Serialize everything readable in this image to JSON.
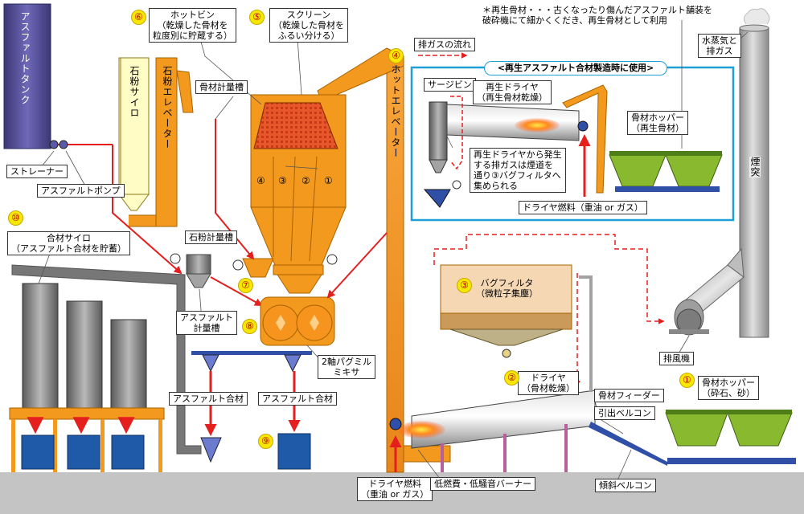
{
  "note": "＊再生骨材・・・古くなったり傷んだアスファルト舗装を\n破砕機にて細かくくだき、再生骨材として利用",
  "legend": {
    "exhaust_flow": "排ガスの流れ"
  },
  "recycled_section_title": "<再生アスファルト合材製造時に使用>",
  "components": {
    "asphalt_tank": "アスファルトタンク",
    "strainer": "ストレーナー",
    "asphalt_pump": "アスファルトポンプ",
    "stone_powder_silo": "石粉サイロ",
    "stone_powder_elevator": "石粉エレベーター",
    "hot_bin": "ホットビン\n（乾燥した骨材を\n粒度別に貯蔵する）",
    "screen": "スクリーン\n（乾燥した骨材を\nふるい分ける）",
    "aggregate_meter": "骨材計量槽",
    "hot_elevator": "ホットエレベーター",
    "stone_powder_meter": "石粉計量槽",
    "asphalt_meter": "アスファルト\n計量槽",
    "pugmill_mixer": "2軸パグミル\nミキサ",
    "asphalt_mix_1": "アスファルト合材",
    "asphalt_mix_2": "アスファルト合材",
    "mix_silo": "合材サイロ\n（アスファルト合材を貯蓄）",
    "surge_bin": "サージビン",
    "recycle_dryer": "再生ドライヤ\n（再生骨材乾燥）",
    "recycle_exhaust_note": "再生ドライヤから発生\nする排ガスは煙道を\n通り③バグフィルタへ\n集められる",
    "dryer_fuel_top": "ドライヤ燃料（重油 or ガス）",
    "aggregate_hopper_recycled": "骨材ホッパー\n（再生骨材）",
    "steam_exhaust": "水蒸気と\n排ガス",
    "chimney": "煙突",
    "bag_filter": "バグフィルタ\n（微粒子集塵）",
    "exhaust_fan": "排風機",
    "dryer": "ドライヤ\n（骨材乾燥）",
    "aggregate_feeder": "骨材フィーダー",
    "extraction_belt": "引出ベルコン",
    "aggregate_hopper_crushed": "骨材ホッパー\n（砕石、砂）",
    "inclined_belt": "傾斜ベルコン",
    "dryer_fuel_bottom": "ドライヤ燃料\n（重油 or ガス）",
    "burner": "低燃費・低騒音バーナー"
  },
  "numbers": {
    "n1": "①",
    "n2": "②",
    "n3": "③",
    "n4a": "④",
    "n4b": "④",
    "n5": "⑤",
    "n6": "⑥",
    "n7": "⑦",
    "n8": "⑧",
    "n9": "⑨",
    "n10": "⑩"
  },
  "bin_labels": [
    "④",
    "③",
    "②",
    "①"
  ],
  "colors": {
    "orange": "#f39a1e",
    "gray": "#a3a3a3",
    "ground": "#c4c4c4",
    "tank": "#4b4790",
    "silo": "#fffcc5",
    "hopper_green": "#88b92f",
    "bag_filter": "#f5d7b3",
    "red": "#e51e1e",
    "blue": "#1ea0d6",
    "chute_blue": "#3050a8",
    "truck_blue": "#1e5aa8",
    "beige": "#dcc088",
    "purple": "#b8609c",
    "dark_gray": "#777777",
    "grate": "#e8562b",
    "mixer": "#f7941d"
  }
}
